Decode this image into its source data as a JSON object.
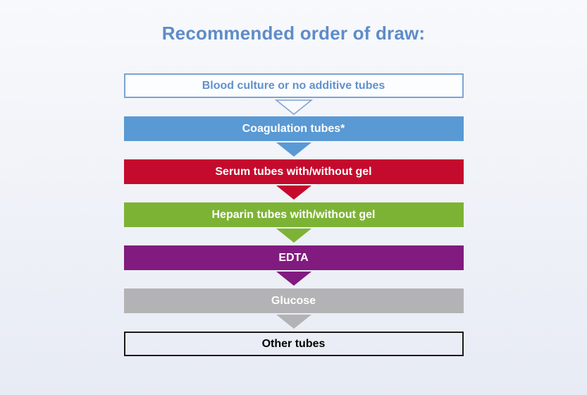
{
  "title": "Recommended order of draw:",
  "theme": {
    "background_top": "#f8f9fc",
    "background_bottom": "#e7ebf4",
    "title_color": "#5d8cc9"
  },
  "flow": {
    "steps": [
      {
        "label": "Blood culture or no additive tubes",
        "fill": "#fcfdff",
        "text_color": "#6191cb",
        "border_color": "#7ea3d1",
        "arrow": "outline",
        "arrow_color": "#7ea3d1",
        "arrow_fill": "#f7f9fc"
      },
      {
        "label": "Coagulation tubes*",
        "fill": "#5999d4",
        "text_color": "#ffffff",
        "arrow": "solid",
        "arrow_color": "#5999d4"
      },
      {
        "label": "Serum tubes with/without gel",
        "fill": "#c40b2d",
        "text_color": "#ffffff",
        "arrow": "solid",
        "arrow_color": "#c40b2d"
      },
      {
        "label": "Heparin tubes with/without gel",
        "fill": "#7db335",
        "text_color": "#ffffff",
        "arrow": "solid",
        "arrow_color": "#7db335"
      },
      {
        "label": "EDTA",
        "fill": "#811b7f",
        "text_color": "#ffffff",
        "arrow": "solid",
        "arrow_color": "#811b7f"
      },
      {
        "label": "Glucose",
        "fill": "#b3b3b5",
        "text_color": "#ffffff",
        "arrow": "solid",
        "arrow_color": "#b3b3b5"
      },
      {
        "label": "Other tubes",
        "fill": "transparent",
        "text_color": "#000000",
        "border_color": "#1a1a1a",
        "arrow": "none"
      }
    ]
  }
}
